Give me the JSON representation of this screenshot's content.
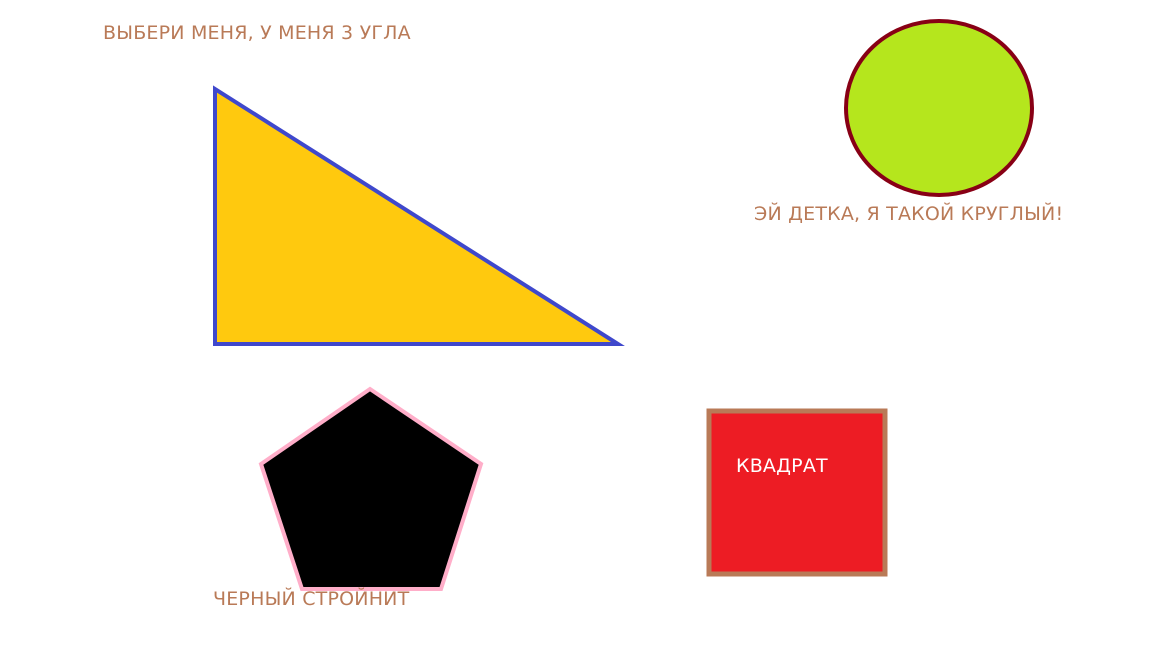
{
  "labels": {
    "triangle": "ВЫБЕРИ МЕНЯ, У МЕНЯ 3 УГЛА",
    "circle": "ЭЙ ДЕТКА, Я ТАКОЙ КРУГЛЫЙ!",
    "pentagon": "ЧЕРНЫЙ СТРОЙНИТ",
    "square": "КВАДРАТ"
  },
  "colors": {
    "background": "#ffffff",
    "label_text": "#b97a57",
    "square_label_text": "#ffffff",
    "triangle_fill": "#ffc90e",
    "triangle_stroke": "#3f48cc",
    "circle_fill": "#b5e61d",
    "circle_stroke": "#880015",
    "pentagon_fill": "#000000",
    "pentagon_stroke": "#ffaec9",
    "square_fill": "#ed1c24",
    "square_stroke": "#b97a57"
  }
}
